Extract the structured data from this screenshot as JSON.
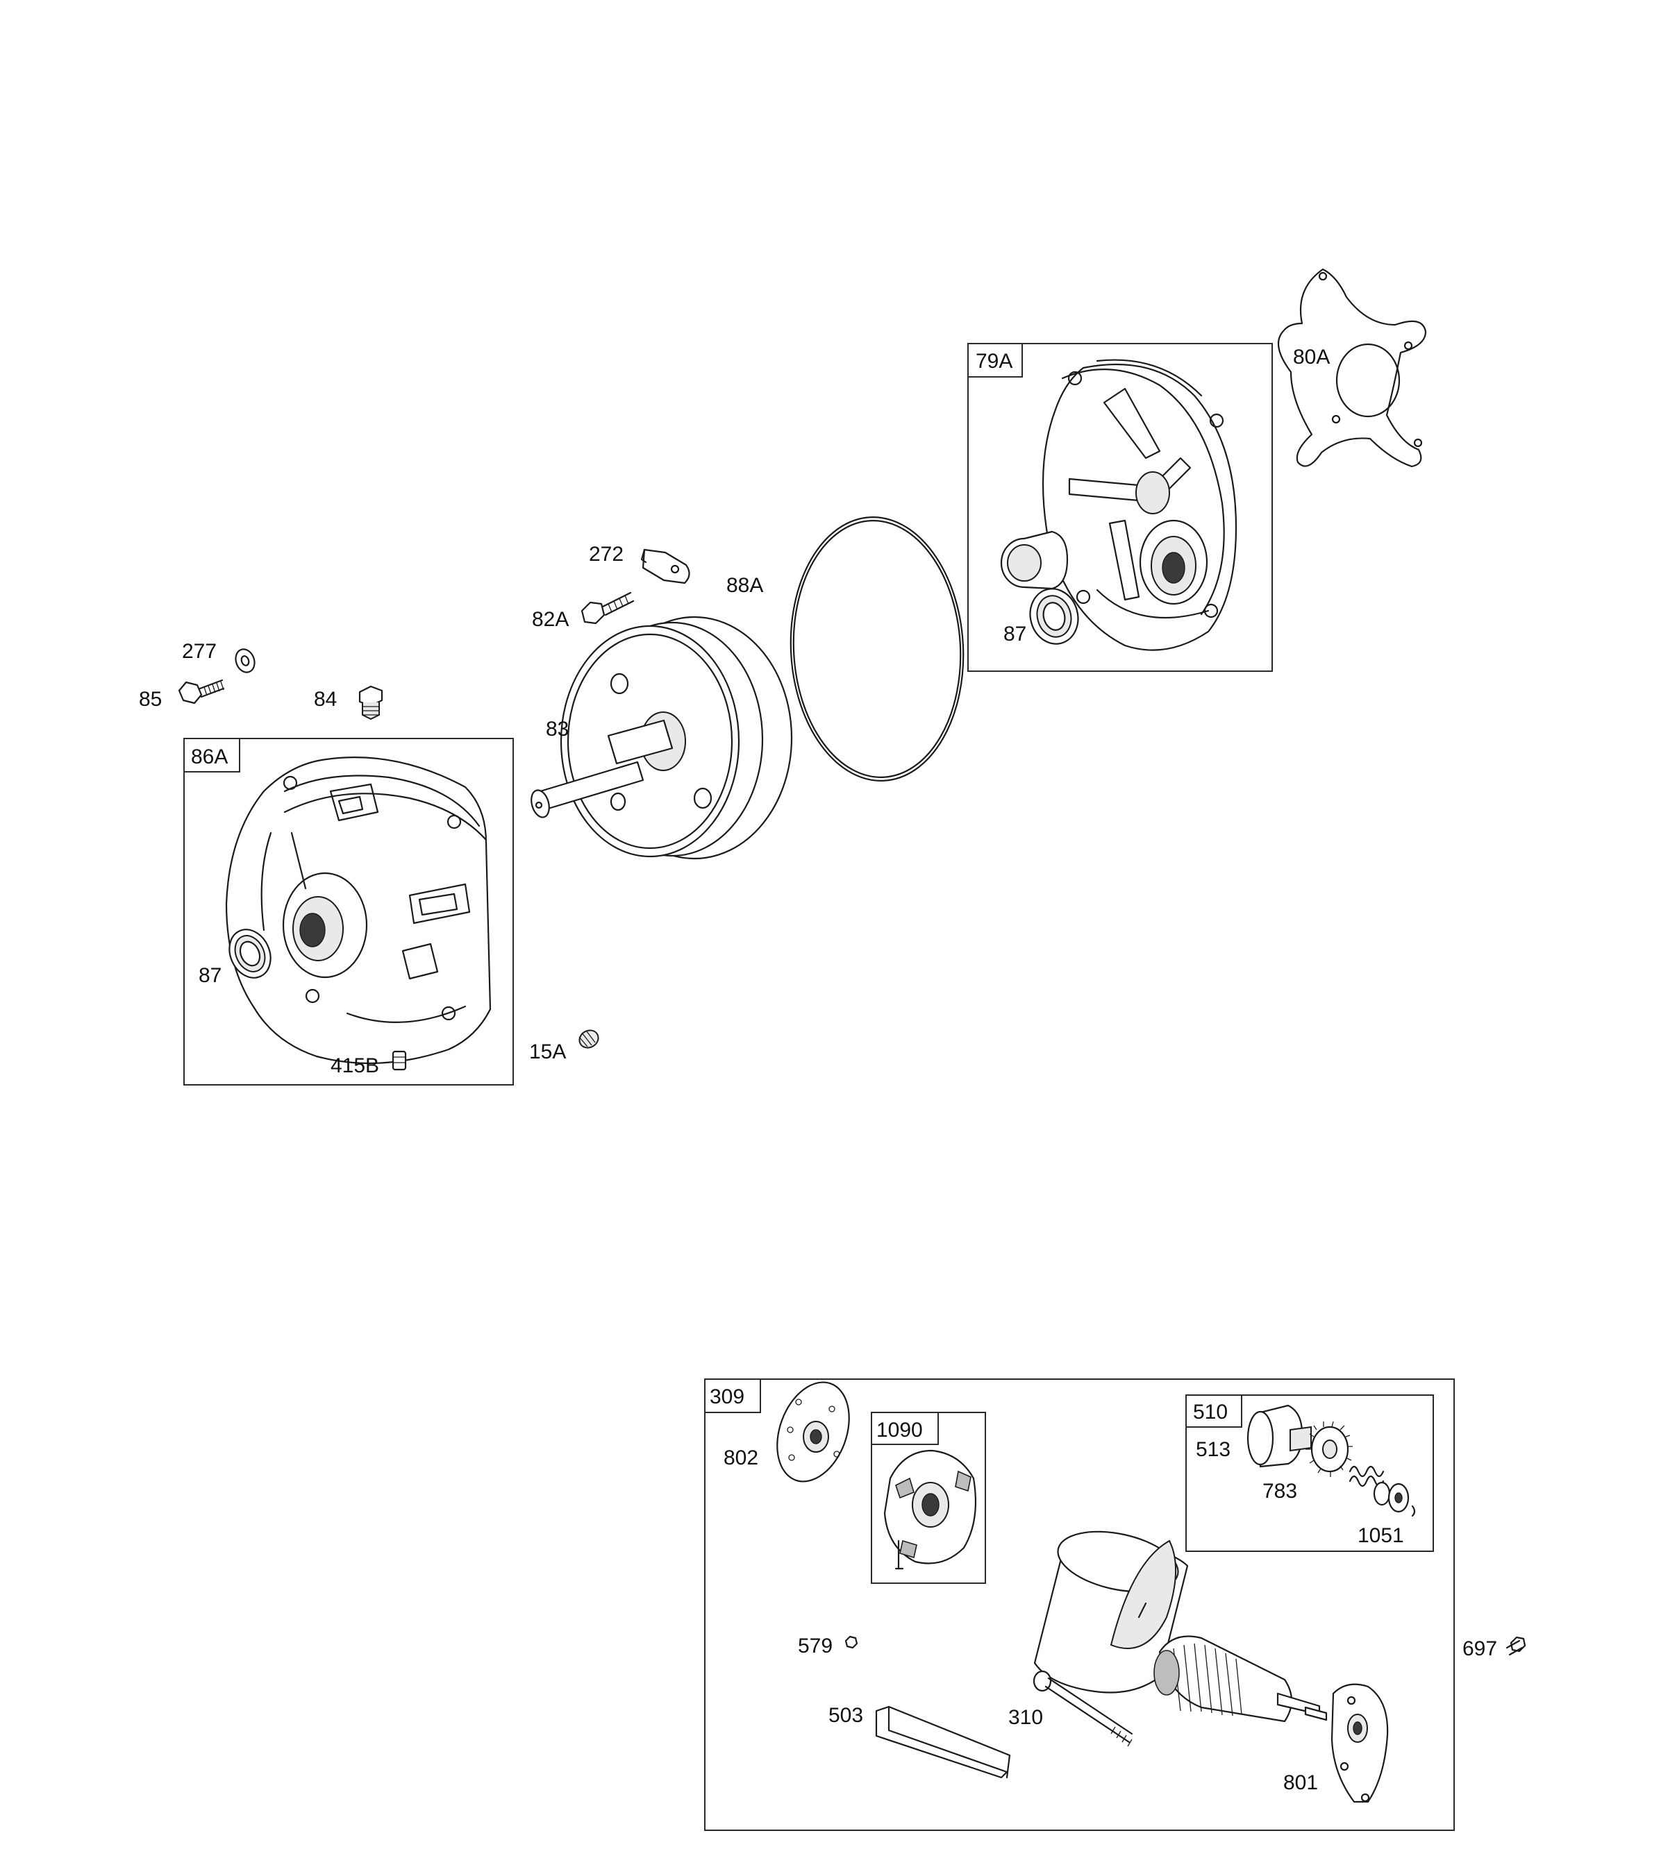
{
  "labels": {
    "p277": "277",
    "p85": "85",
    "p84": "84",
    "p86A": "86A",
    "p87a": "87",
    "p415B": "415B",
    "p15A": "15A",
    "p272": "272",
    "p82A": "82A",
    "p83": "83",
    "p88A": "88A",
    "p79A": "79A",
    "p87b": "87",
    "p80A": "80A",
    "p309": "309",
    "p802": "802",
    "p1090": "1090",
    "p510": "510",
    "p513": "513",
    "p783": "783",
    "p1051": "1051",
    "p579": "579",
    "p697": "697",
    "p503": "503",
    "p310": "310",
    "p801": "801"
  }
}
